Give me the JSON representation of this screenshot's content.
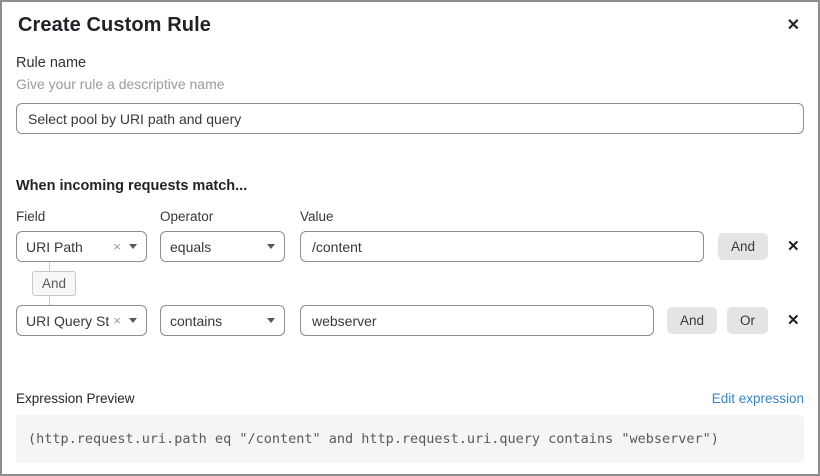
{
  "dialog": {
    "title": "Create Custom Rule"
  },
  "icons": {
    "close": "✕",
    "clear": "×",
    "delete": "✕"
  },
  "rule_name": {
    "label": "Rule name",
    "help": "Give your rule a descriptive name",
    "value": "Select pool by URI path and query"
  },
  "matcher": {
    "heading": "When incoming requests match...",
    "columns": {
      "field": "Field",
      "operator": "Operator",
      "value": "Value"
    },
    "join_label": "And",
    "rows": [
      {
        "field": "URI Path",
        "operator": "equals",
        "value": "/content",
        "and_label": "And"
      },
      {
        "field": "URI Query St...",
        "operator": "contains",
        "value": "webserver",
        "and_label": "And",
        "or_label": "Or"
      }
    ]
  },
  "expression": {
    "label": "Expression Preview",
    "edit_link": "Edit expression",
    "code": "(http.request.uri.path eq \"/content\" and http.request.uri.query contains \"webserver\")"
  },
  "colors": {
    "link_blue": "#3b84c2",
    "dialog_border": "#8e8e8e",
    "button_gray": "#e4e4e4",
    "code_background": "#f5f5f5"
  }
}
